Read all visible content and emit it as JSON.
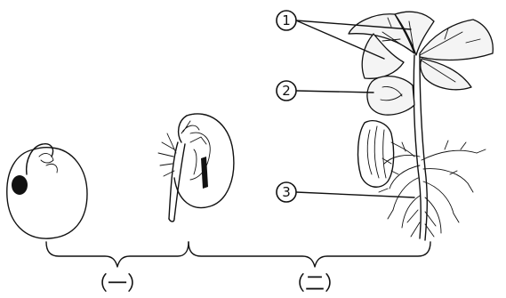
{
  "stage_labels": {
    "stage_one": "（一）",
    "stage_two": "（二）"
  },
  "callouts": [
    {
      "id": "callout-1",
      "number": "1"
    },
    {
      "id": "callout-2",
      "number": "2"
    },
    {
      "id": "callout-3",
      "number": "3"
    }
  ]
}
